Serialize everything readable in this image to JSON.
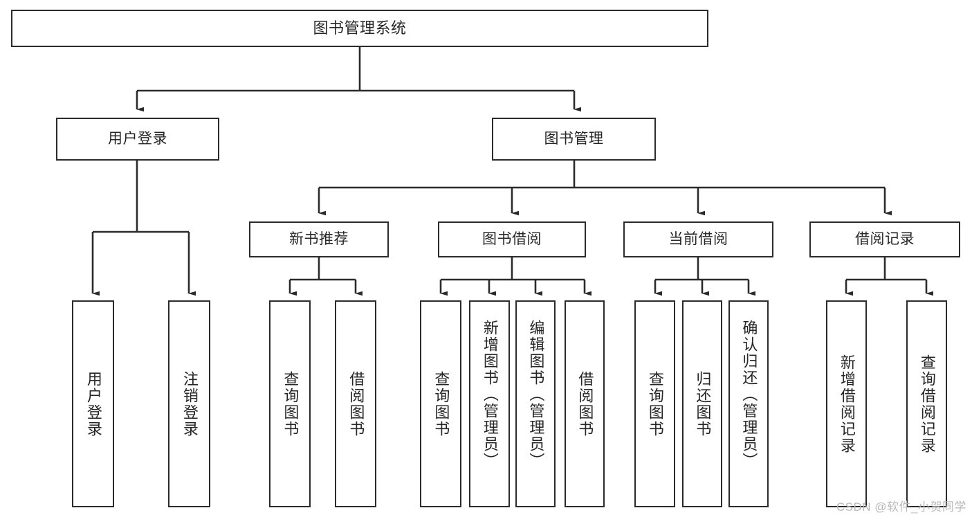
{
  "diagram": {
    "type": "tree-hierarchy-functional-decomposition",
    "root": {
      "id": "root",
      "label": "图书管理系统"
    },
    "level2": [
      {
        "id": "user-login",
        "label": "用户登录"
      },
      {
        "id": "book-manage",
        "label": "图书管理"
      }
    ],
    "level3": [
      {
        "id": "new-book-rec",
        "label": "新书推荐"
      },
      {
        "id": "book-borrow",
        "label": "图书借阅"
      },
      {
        "id": "current-borrow",
        "label": "当前借阅"
      },
      {
        "id": "borrow-record",
        "label": "借阅记录"
      }
    ],
    "leaves": [
      {
        "id": "leaf-user-login",
        "label": "用户登录",
        "parent": "user-login"
      },
      {
        "id": "leaf-logout",
        "label": "注销登录",
        "parent": "user-login"
      },
      {
        "id": "leaf-query-book-1",
        "label": "查询图书",
        "parent": "new-book-rec"
      },
      {
        "id": "leaf-borrow-book-1",
        "label": "借阅图书",
        "parent": "new-book-rec"
      },
      {
        "id": "leaf-query-book-2",
        "label": "查询图书",
        "parent": "book-borrow"
      },
      {
        "id": "leaf-add-book",
        "label": "新增图书（管理员）",
        "parent": "book-borrow"
      },
      {
        "id": "leaf-edit-book",
        "label": "编辑图书（管理员）",
        "parent": "book-borrow"
      },
      {
        "id": "leaf-borrow-book-2",
        "label": "借阅图书",
        "parent": "book-borrow"
      },
      {
        "id": "leaf-query-book-3",
        "label": "查询图书",
        "parent": "current-borrow"
      },
      {
        "id": "leaf-return-book",
        "label": "归还图书",
        "parent": "current-borrow"
      },
      {
        "id": "leaf-confirm-return",
        "label": "确认归还（管理员）",
        "parent": "current-borrow"
      },
      {
        "id": "leaf-add-record",
        "label": "新增借阅记录",
        "parent": "borrow-record"
      },
      {
        "id": "leaf-query-record",
        "label": "查询借阅记录",
        "parent": "borrow-record"
      }
    ],
    "colors": {
      "stroke": "#2b2b2b",
      "fill": "#ffffff",
      "text": "#262626",
      "watermark": "#b9b9b9"
    }
  },
  "watermark": {
    "text": "CSDN @软件_小贺同学"
  }
}
